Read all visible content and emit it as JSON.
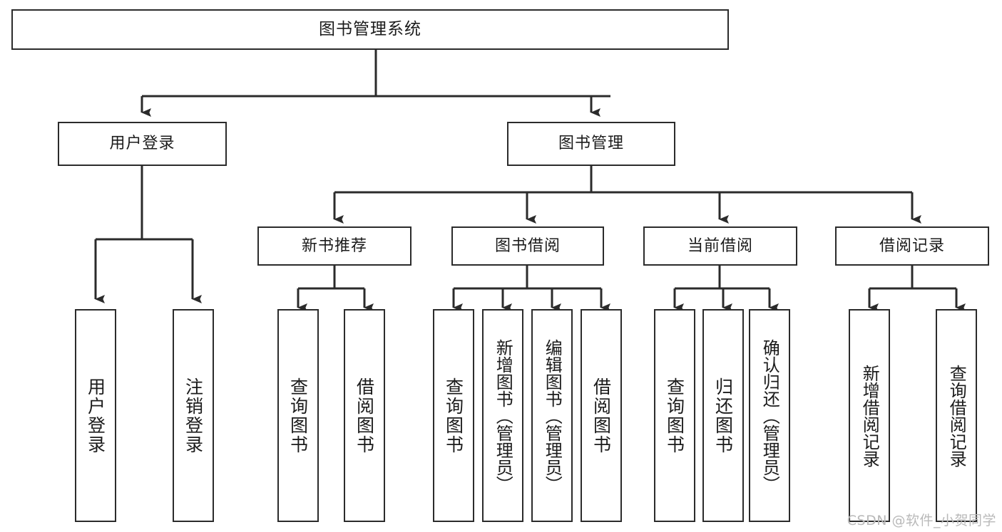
{
  "diagram": {
    "title": "图书管理系统",
    "type": "hierarchy-tree",
    "colors": {
      "stroke": "#2b2b2b",
      "fill": "#ffffff",
      "text": "#1b1b1b",
      "watermark": "#b9b9b9"
    },
    "root": {
      "label": "图书管理系统"
    },
    "level2": [
      {
        "label": "用户登录"
      },
      {
        "label": "图书管理"
      }
    ],
    "level3": [
      {
        "label": "新书推荐"
      },
      {
        "label": "图书借阅"
      },
      {
        "label": "当前借阅"
      },
      {
        "label": "借阅记录"
      }
    ],
    "leaves": {
      "user_login": [
        {
          "label": "用户登录"
        },
        {
          "label": "注销登录"
        }
      ],
      "new_book": [
        {
          "label": "查询图书"
        },
        {
          "label": "借阅图书"
        }
      ],
      "book_borrow": [
        {
          "label": "查询图书"
        },
        {
          "label": "新增图书（管理员）"
        },
        {
          "label": "编辑图书（管理员）"
        },
        {
          "label": "借阅图书"
        }
      ],
      "current_borrow": [
        {
          "label": "查询图书"
        },
        {
          "label": "归还图书"
        },
        {
          "label": "确认归还（管理员）"
        }
      ],
      "borrow_record": [
        {
          "label": "新增借阅记录"
        },
        {
          "label": "查询借阅记录"
        }
      ]
    }
  },
  "watermark": {
    "text": "CSDN @软件_小贺同学"
  }
}
